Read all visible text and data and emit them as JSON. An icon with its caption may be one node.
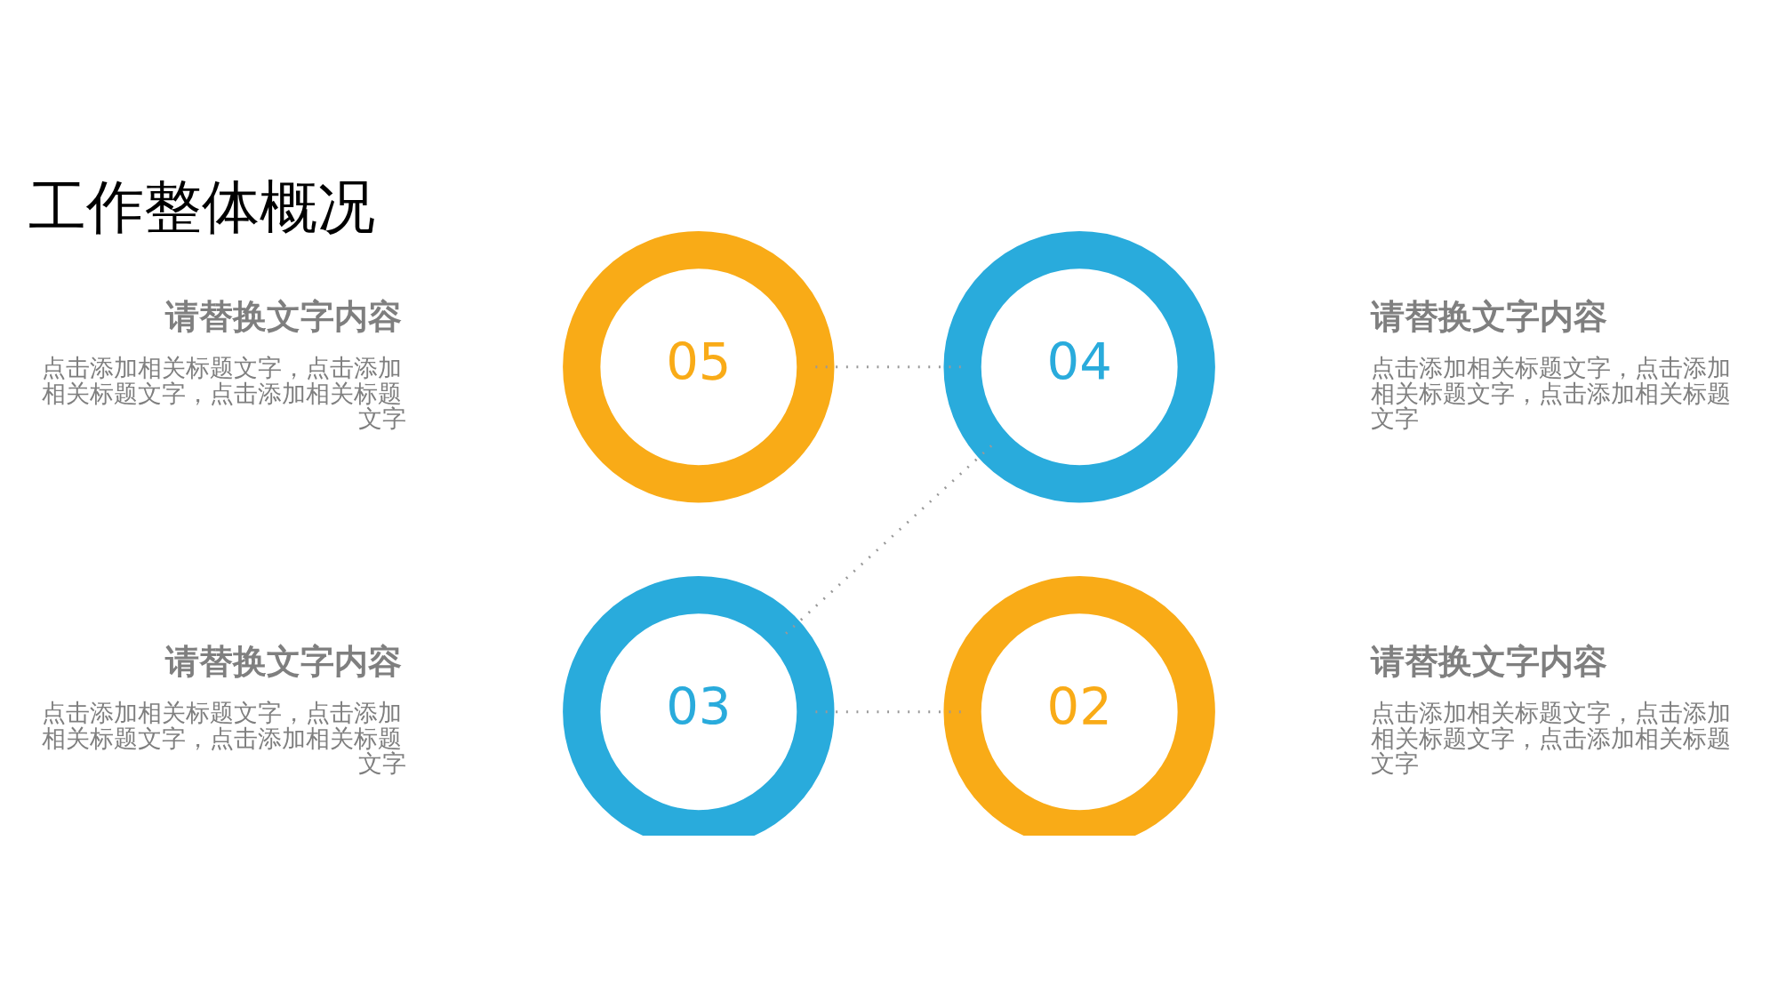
{
  "diagram": {
    "title": "工作整体概况",
    "nodes": [
      {
        "text": [
          "02"
        ],
        "beside": [
          "请替换文字内容",
          "点击添加相关标题文字，点击添加相关标题文字，点击添加相关标题文字"
        ]
      },
      {
        "text": [
          "03"
        ],
        "beside": [
          "请替换文字内容",
          "点击添加相关标题文字，点击添加相关标题文字，点击添加相关标题文字"
        ]
      },
      {
        "text": [
          "04"
        ],
        "beside": [
          "请替换文字内容",
          "点击添加相关标题文字，点击添加相关标题文字，点击添加相关标题文字"
        ]
      },
      {
        "text": [
          "05"
        ],
        "beside": [
          "请替换文字内容",
          "点击添加相关标题文字，点击添加相关标题文字，点击添加相关标题文字"
        ]
      }
    ],
    "edges": [
      {
        "from": 1,
        "to": 0,
        "arrow": "none",
        "style": "dashed"
      },
      {
        "from": 1,
        "to": 2,
        "arrow": "none",
        "style": "dashed"
      },
      {
        "from": 3,
        "to": 2,
        "arrow": "none",
        "style": "dashed"
      }
    ]
  }
}
